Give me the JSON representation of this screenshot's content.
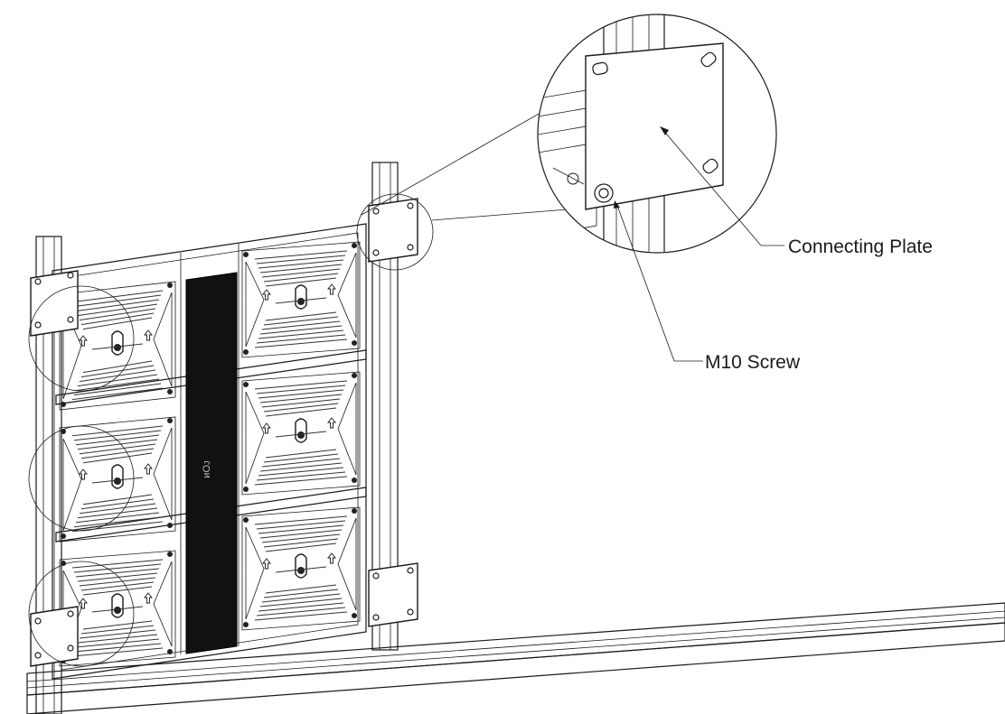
{
  "labels": {
    "connecting_plate": "Connecting Plate",
    "screw": "M10 Screw",
    "cable_box_text": "ᴎOᴊ"
  },
  "colors": {
    "line": "#1a1a1a",
    "cable_box": "#111111",
    "background": "#ffffff"
  },
  "icons": [
    "arrow-up-icon",
    "handle-icon"
  ]
}
